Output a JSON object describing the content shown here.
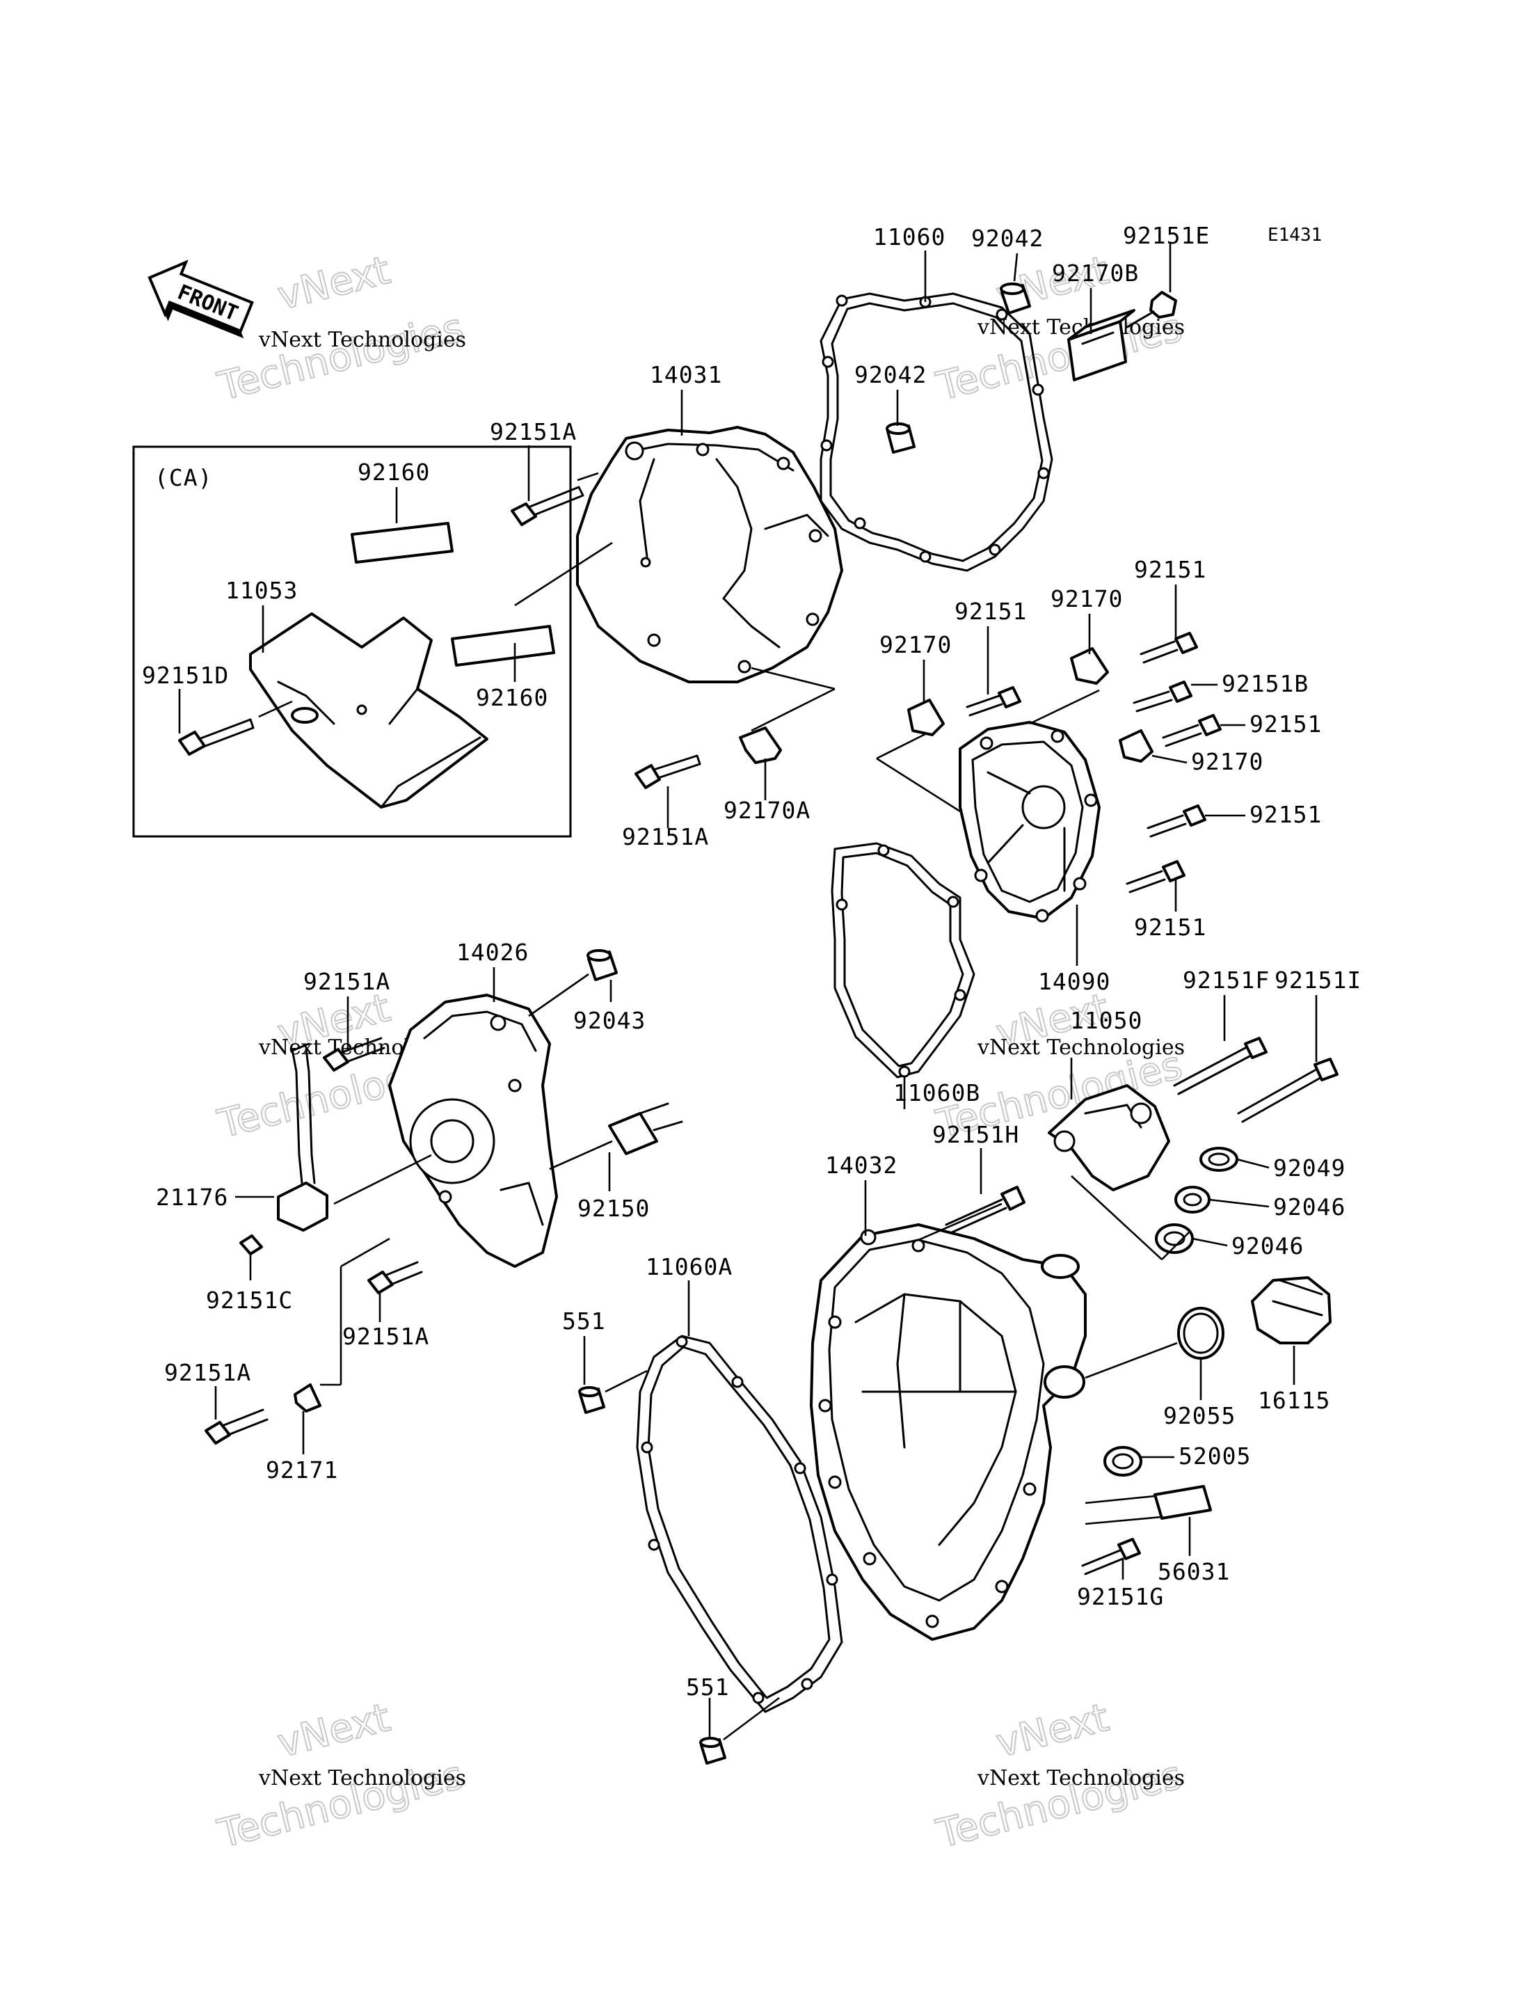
{
  "diagram_code": "E1431",
  "front_label": "FRONT",
  "inset_label": "(CA)",
  "watermark": {
    "line1": "vNext Technologies",
    "line2": "vNext",
    "line3": "Technologies"
  },
  "parts": {
    "p11060": "11060",
    "p92042_top": "92042",
    "p92151E": "92151E",
    "p92170B": "92170B",
    "p14031": "14031",
    "p92042_mid": "92042",
    "p92151A_1": "92151A",
    "p92160_1": "92160",
    "p11053": "11053",
    "p92151D": "92151D",
    "p92160_2": "92160",
    "p92151A_2": "92151A",
    "p92170A": "92170A",
    "p92151_a": "92151",
    "p92170_a": "92170",
    "p92151_b": "92151",
    "p92170_b": "92170",
    "p92151B": "92151B",
    "p92151_c": "92151",
    "p92170_c": "92170",
    "p92151_d": "92151",
    "p92151_e": "92151",
    "p14090": "14090",
    "p11060B": "11060B",
    "p14026": "14026",
    "p92151A_3": "92151A",
    "p92043": "92043",
    "p92151F": "92151F",
    "p92151I": "92151I",
    "p11050": "11050",
    "p21176": "21176",
    "p92150": "92150",
    "p92151H": "92151H",
    "p14032": "14032",
    "p92049": "92049",
    "p92046_a": "92046",
    "p92046_b": "92046",
    "p92151C": "92151C",
    "p92151A_4": "92151A",
    "p11060A": "11060A",
    "p551_a": "551",
    "p92151A_5": "92151A",
    "p92171": "92171",
    "p92055": "92055",
    "p16115": "16115",
    "p52005": "52005",
    "p56031": "56031",
    "p92151G": "92151G",
    "p551_b": "551"
  }
}
